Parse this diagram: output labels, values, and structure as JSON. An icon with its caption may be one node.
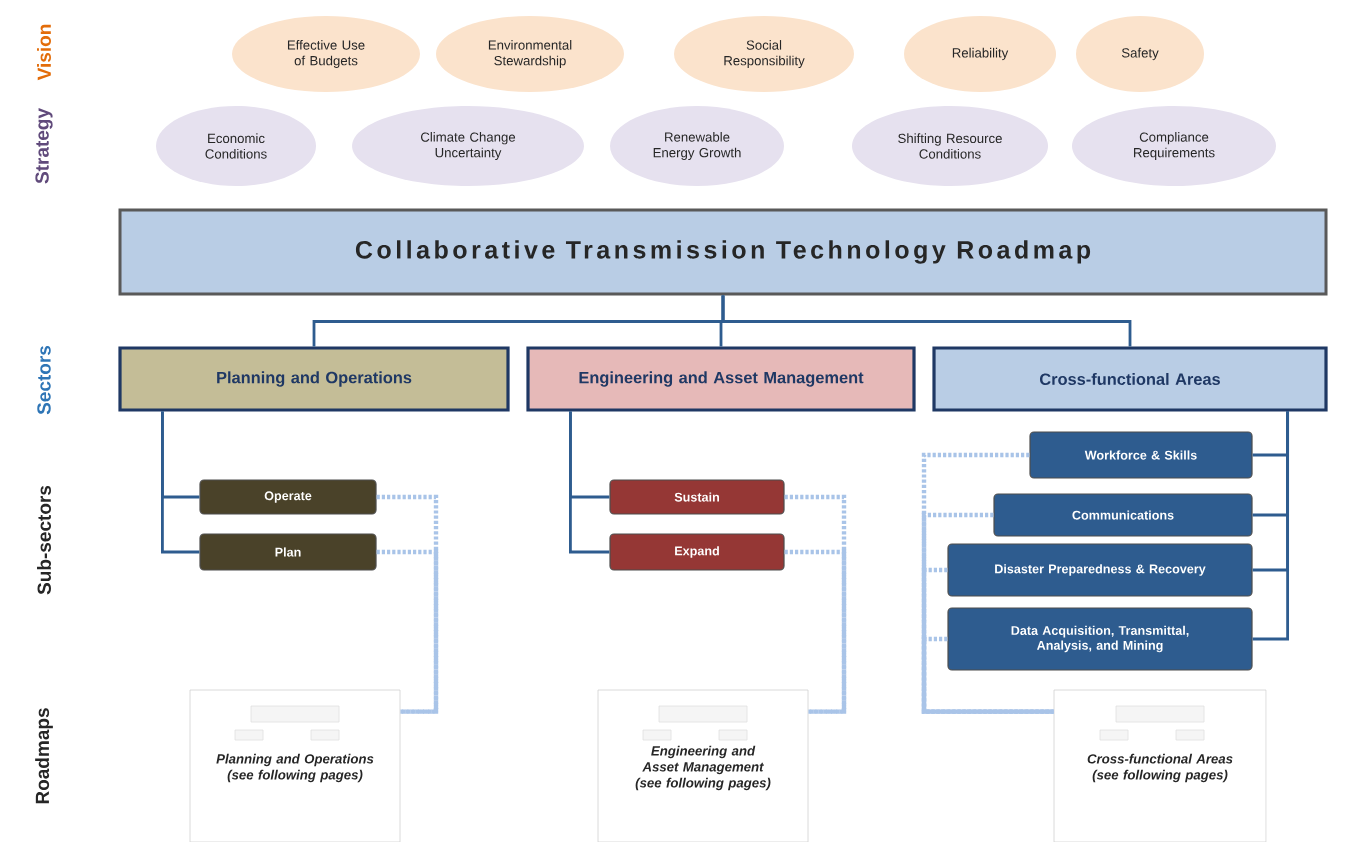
{
  "diagram": {
    "nodes": [
      {
        "text": [
          "Effective Use of Budgets"
        ]
      },
      {
        "text": [
          "Environmental Stewardship"
        ]
      },
      {
        "text": [
          "Social Responsibility"
        ]
      },
      {
        "text": [
          "Reliability"
        ]
      },
      {
        "text": [
          "Safety"
        ]
      },
      {
        "text": [
          "Economic Conditions"
        ]
      },
      {
        "text": [
          "Climate Change Uncertainty"
        ]
      },
      {
        "text": [
          "Renewable Energy Growth"
        ]
      },
      {
        "text": [
          "Shifting Resource Conditions"
        ]
      },
      {
        "text": [
          "Compliance Requirements"
        ]
      },
      {
        "text": [
          "Collaborative Transmission Technology Roadmap"
        ]
      },
      {
        "text": [
          "Planning and Operations"
        ]
      },
      {
        "text": [
          "Engineering and Asset Management"
        ]
      },
      {
        "text": [
          "Cross-functional Areas"
        ]
      },
      {
        "text": [
          "Operate"
        ]
      },
      {
        "text": [
          "Plan"
        ]
      },
      {
        "text": [
          "Sustain"
        ]
      },
      {
        "text": [
          "Expand"
        ]
      },
      {
        "text": [
          "Workforce & Skills"
        ]
      },
      {
        "text": [
          "Communications"
        ]
      },
      {
        "text": [
          "Disaster Preparedness & Recovery"
        ]
      },
      {
        "text": [
          "Data Acquisition, Transmittal, Analysis, and Mining"
        ]
      },
      {
        "text": [
          "Planning and Operations",
          "(see following pages)"
        ]
      },
      {
        "text": [
          "Engineering and Asset Management",
          "(see following pages)"
        ]
      },
      {
        "text": [
          "Cross-functional Areas",
          "(see following pages)"
        ]
      }
    ],
    "edges": [
      {
        "from": 10,
        "to": 11,
        "arrow": "none"
      },
      {
        "from": 10,
        "to": 12,
        "arrow": "none"
      },
      {
        "from": 10,
        "to": 13,
        "arrow": "none"
      },
      {
        "from": 11,
        "to": 14,
        "arrow": "none"
      },
      {
        "from": 11,
        "to": 15,
        "arrow": "none"
      },
      {
        "from": 12,
        "to": 16,
        "arrow": "none"
      },
      {
        "from": 12,
        "to": 17,
        "arrow": "none"
      },
      {
        "from": 13,
        "to": 18,
        "arrow": "none"
      },
      {
        "from": 13,
        "to": 19,
        "arrow": "none"
      },
      {
        "from": 13,
        "to": 20,
        "arrow": "none"
      },
      {
        "from": 13,
        "to": 21,
        "arrow": "none"
      },
      {
        "from": 14,
        "to": 22,
        "arrow": "none",
        "style": "dashed",
        "color": "#a9c4e8"
      },
      {
        "from": 15,
        "to": 22,
        "arrow": "none",
        "style": "dashed",
        "color": "#a9c4e8"
      },
      {
        "from": 16,
        "to": 23,
        "arrow": "none",
        "style": "dashed",
        "color": "#a9c4e8"
      },
      {
        "from": 17,
        "to": 23,
        "arrow": "none",
        "style": "dashed",
        "color": "#a9c4e8"
      },
      {
        "from": 18,
        "to": 24,
        "arrow": "none",
        "style": "dashed",
        "color": "#a9c4e8"
      },
      {
        "from": 19,
        "to": 24,
        "arrow": "none",
        "style": "dashed",
        "color": "#a9c4e8"
      },
      {
        "from": 20,
        "to": 24,
        "arrow": "none",
        "style": "dashed",
        "color": "#a9c4e8"
      },
      {
        "from": 21,
        "to": 24,
        "arrow": "none",
        "style": "dashed",
        "color": "#a9c4e8"
      }
    ],
    "labels": [
      "Vision",
      "Strategy",
      "Sectors",
      "Sub-sectors",
      "Roadmaps"
    ]
  }
}
